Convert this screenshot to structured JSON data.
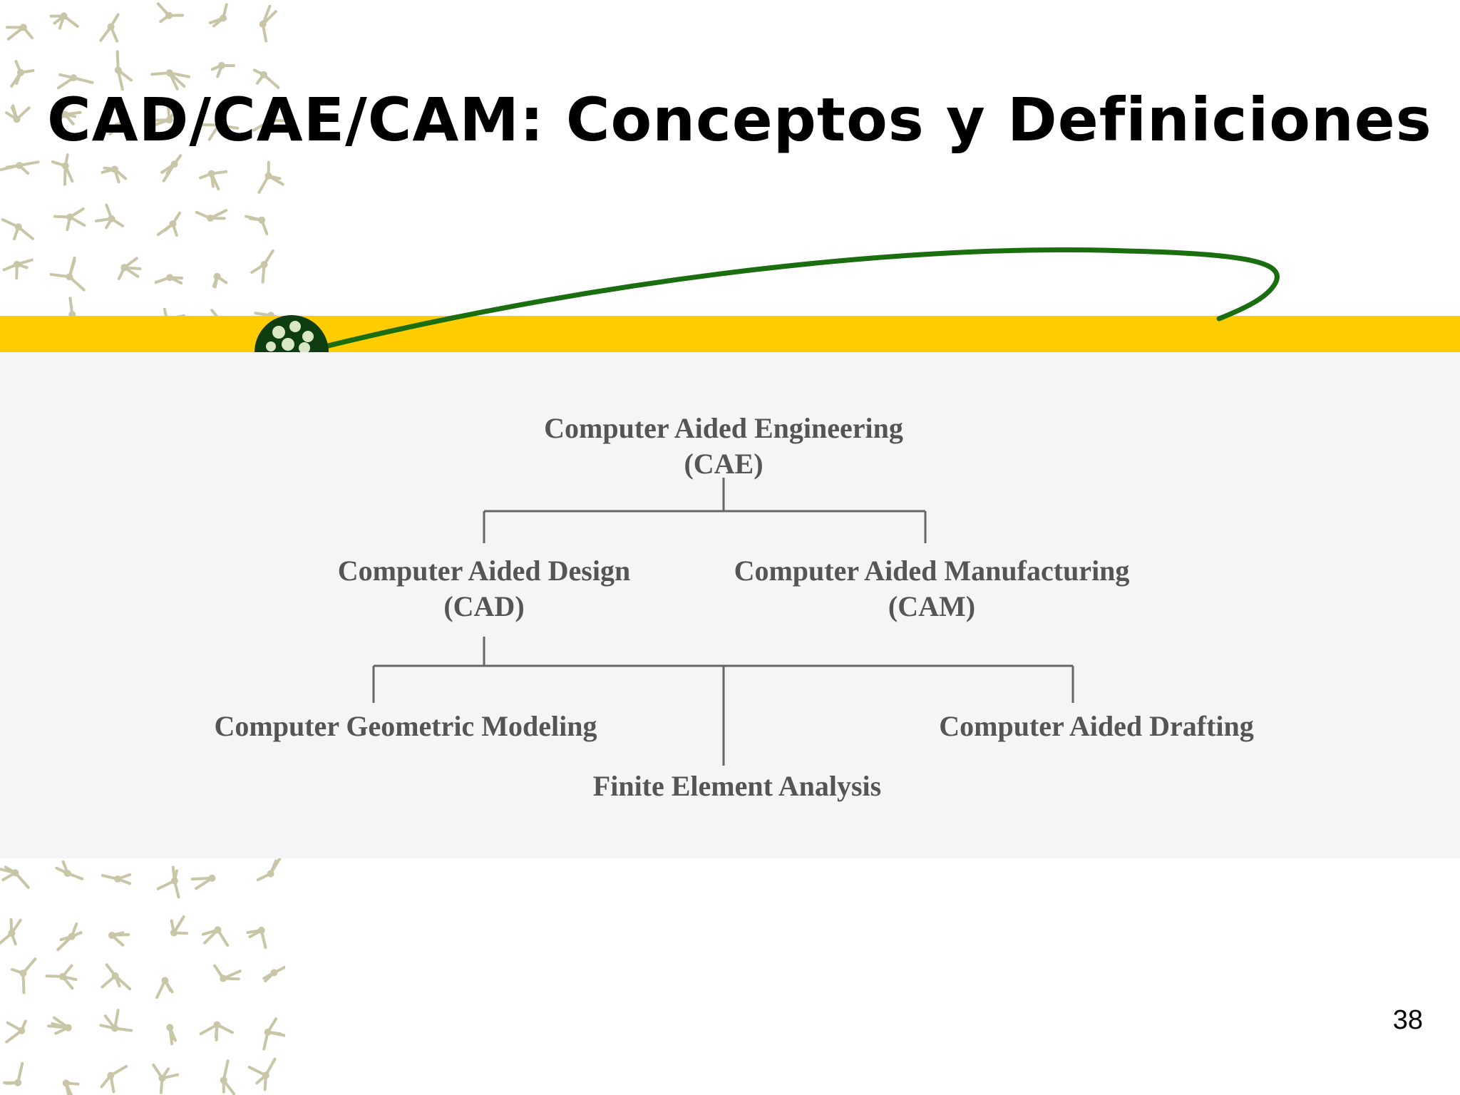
{
  "slide": {
    "title": "CAD/CAE/CAM: Conceptos y Definiciones",
    "page_number": "38"
  },
  "colors": {
    "band": "#FFCC00",
    "swoosh": "#1a6e0f",
    "node_text": "#555555",
    "pattern": "#c9c6a8"
  },
  "diagram": {
    "root": {
      "line1": "Computer Aided Engineering",
      "line2": "(CAE)"
    },
    "level1": [
      {
        "line1": "Computer Aided Design",
        "line2": "(CAD)"
      },
      {
        "line1": "Computer Aided Manufacturing",
        "line2": "(CAM)"
      }
    ],
    "level2": [
      {
        "label": "Computer Geometric Modeling"
      },
      {
        "label": "Finite Element Analysis"
      },
      {
        "label": "Computer Aided Drafting"
      }
    ]
  }
}
